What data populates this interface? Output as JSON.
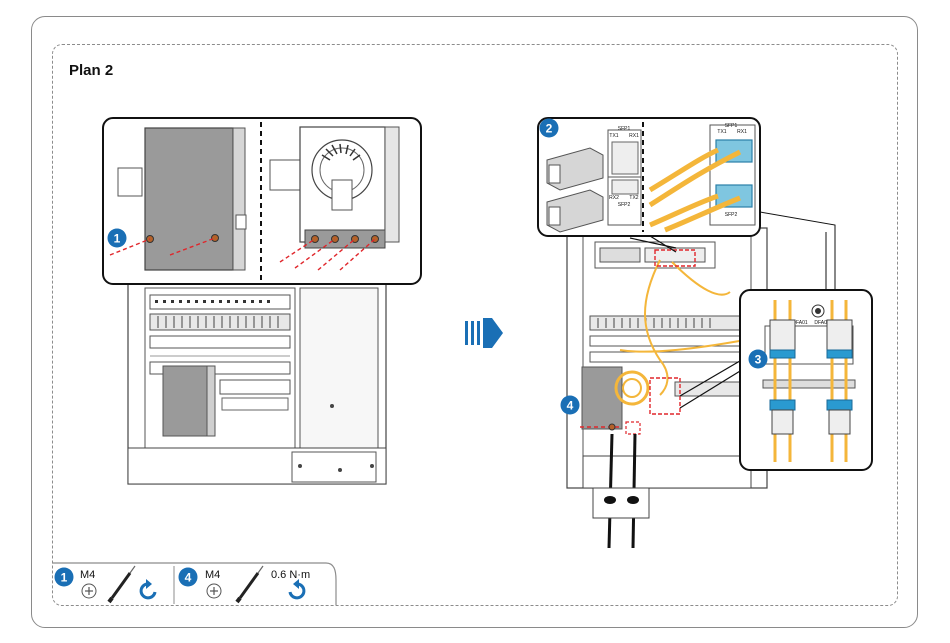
{
  "plan": {
    "title": "Plan 2"
  },
  "steps": {
    "s1": "1",
    "s2": "2",
    "s3": "3",
    "s4": "4"
  },
  "legend": {
    "step1": {
      "number": "1",
      "screw": "M4"
    },
    "step4": {
      "number": "4",
      "screw": "M4",
      "torque": "0.6 N·m"
    }
  },
  "sfp": {
    "left": {
      "top_module": "SFP1",
      "bottom_module": "SFP2",
      "tx1": "TX1",
      "rx1": "RX1",
      "rx2": "RX2",
      "tx2": "TX2"
    },
    "right": {
      "top_module": "SFP1",
      "bottom_module": "SFP2",
      "tx1": "TX1",
      "rx1": "RX1"
    }
  },
  "odf": {
    "port1": "DFA01",
    "port2": "DFA02"
  },
  "colors": {
    "accent_blue": "#1a6fb5",
    "fiber_yellow": "#f4b63a",
    "dash_red": "#e0262b",
    "cabinet_grey": "#9a9a9a"
  },
  "icons": [
    "screwdriver-icon",
    "phillips-screw-icon",
    "counterclockwise-arrow-icon",
    "clockwise-arrow-icon",
    "direction-arrow-icon"
  ]
}
